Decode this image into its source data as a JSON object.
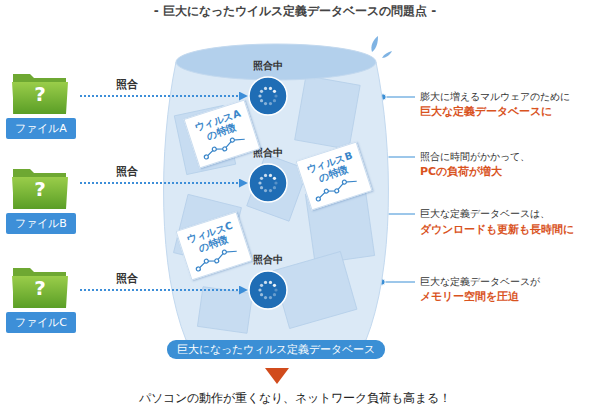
{
  "diagram": {
    "title": "- 巨大になったウイルス定義データベースの問題点 -",
    "nodes": [
      {
        "text": [
          "巨大になったウィルス定義データベース"
        ]
      },
      {
        "text": [
          "?",
          "ファイルA"
        ]
      },
      {
        "text": [
          "?",
          "ファイルB"
        ]
      },
      {
        "text": [
          "?",
          "ファイルC"
        ]
      },
      {
        "text": [
          "照合中"
        ],
        "in": 0
      },
      {
        "text": [
          "照合中"
        ],
        "in": 0
      },
      {
        "text": [
          "照合中"
        ],
        "in": 0
      },
      {
        "text": [
          "ウィルスA の特徴"
        ],
        "in": 0
      },
      {
        "text": [
          "ウィルスB の特徴"
        ],
        "in": 0
      },
      {
        "text": [
          "ウィルスC の特徴"
        ],
        "in": 0
      }
    ],
    "edges": [
      {
        "from": 1,
        "to": 4,
        "label": "照合",
        "arrow": "to"
      },
      {
        "from": 2,
        "to": 5,
        "label": "照合",
        "arrow": "to"
      },
      {
        "from": 3,
        "to": 6,
        "label": "照合",
        "arrow": "to"
      }
    ],
    "labels": [
      "膨大に増えるマルウェアのために",
      "巨大な定義データベースに",
      "照合に時間がかかって、",
      "PCの負荷が増大",
      "巨大な定義データベースは、",
      "ダウンロードも更新も長時間に",
      "巨大な定義データベースが",
      "メモリー空間を圧迫",
      "パソコンの動作が重くなり、ネットワーク負荷も高まる！"
    ]
  }
}
